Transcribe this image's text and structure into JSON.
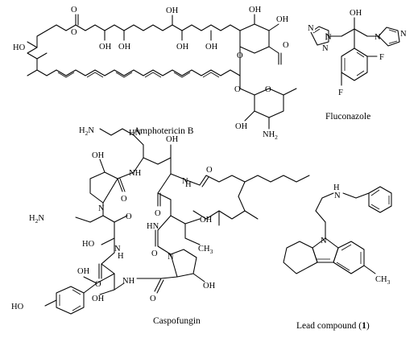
{
  "compounds": {
    "amphotericin_b": {
      "name": "Amphotericin B"
    },
    "fluconazole": {
      "name": "Fluconazole"
    },
    "caspofungin": {
      "name": "Caspofungin"
    },
    "lead": {
      "name_prefix": "Lead compound (",
      "name_number": "1",
      "name_suffix": ")"
    }
  },
  "atom_labels": {
    "oh": "OH",
    "ho": "HO",
    "o": "O",
    "n": "N",
    "nh": "NH",
    "hn": "HN",
    "h": "H",
    "f": "F",
    "ch3": "CH",
    "sub3": "3",
    "nh2": "NH",
    "sub2": "2",
    "h2n": "H",
    "h2n_tail": "N",
    "h2nch2": "H"
  }
}
